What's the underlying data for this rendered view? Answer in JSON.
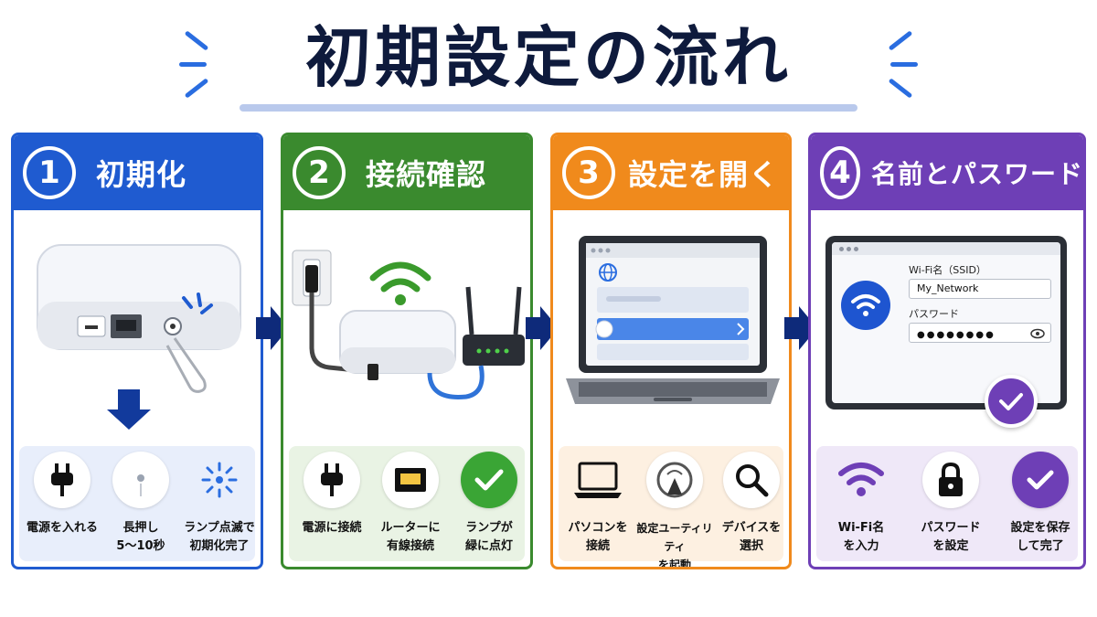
{
  "title": "初期設定の流れ",
  "colors": {
    "blue": "#1f5bd0",
    "green": "#3a8a2e",
    "orange": "#f08a1c",
    "purple": "#6e3fb6",
    "navy": "#0e1a3c"
  },
  "steps": [
    {
      "number": "1",
      "title": "初期化",
      "icons": [
        "power-plug-icon",
        "reset-button-icon",
        "blinking-lamp-icon"
      ],
      "subs": [
        {
          "label": "電源を入れる"
        },
        {
          "label": "長押し\n5〜10秒"
        },
        {
          "label": "ランプ点滅で\n初期化完了"
        }
      ]
    },
    {
      "number": "2",
      "title": "接続確認",
      "icons": [
        "power-plug-icon",
        "lan-port-icon",
        "check-icon"
      ],
      "subs": [
        {
          "label": "電源に接続"
        },
        {
          "label": "ルーターに\n有線接続"
        },
        {
          "label": "ランプが\n緑に点灯"
        }
      ]
    },
    {
      "number": "3",
      "title": "設定を開く",
      "icons": [
        "laptop-icon",
        "utility-app-icon",
        "magnifier-icon"
      ],
      "subs": [
        {
          "label": "パソコンを\n接続"
        },
        {
          "label": "設定ユーティリティ\nを起動"
        },
        {
          "label": "デバイスを\n選択"
        }
      ]
    },
    {
      "number": "4",
      "title": "名前とパスワード",
      "icons": [
        "wifi-icon",
        "lock-icon",
        "check-icon"
      ],
      "subs": [
        {
          "label": "Wi-Fi名\nを入力"
        },
        {
          "label": "パスワード\nを設定"
        },
        {
          "label": "設定を保存\nして完了"
        }
      ],
      "form": {
        "ssid_label": "Wi-Fi名（SSID）",
        "ssid_value": "My_Network",
        "password_label": "パスワード",
        "password_value": "●●●●●●●●"
      }
    }
  ]
}
